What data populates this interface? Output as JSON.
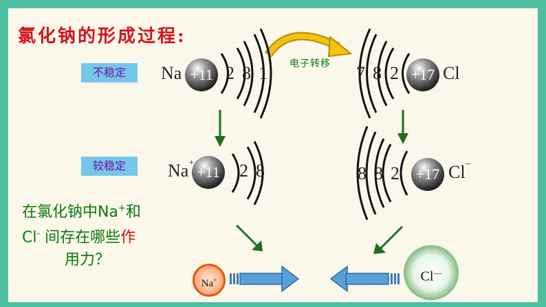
{
  "title": "氯化钠的形成过程:",
  "labels": {
    "unstable": "不稳定",
    "more_stable": "较稳定"
  },
  "electron_transfer": "电子转移",
  "na_atom": {
    "symbol": "Na",
    "nucleus": "+11",
    "shells": [
      "2",
      "8",
      "1"
    ]
  },
  "cl_atom": {
    "symbol": "Cl",
    "nucleus": "+17",
    "shells": [
      "7",
      "8",
      "2"
    ]
  },
  "na_ion": {
    "symbol": "Na",
    "charge": "+",
    "nucleus": "+11",
    "shells": [
      "2",
      "8"
    ]
  },
  "cl_ion": {
    "symbol": "Cl",
    "charge": "−",
    "nucleus": "+17",
    "shells": [
      "8",
      "8",
      "2"
    ]
  },
  "question": {
    "part1": "在氯化钠中Na",
    "sup1": "+",
    "part2": "和",
    "part3": "Cl",
    "sup2": "-",
    "part4": " 间存在哪些",
    "part5": "作",
    "part6": "用力？"
  },
  "final_ions": {
    "na": "Na",
    "na_charge": "+",
    "cl": "Cl",
    "cl_charge": "—"
  },
  "colors": {
    "border": "#4dbfa0",
    "title": "#d2141c",
    "label_box": "#74c7e8",
    "label_text": "#7a0bb0",
    "arrow_green": "#1f6e1f",
    "arrow_blue": "#5aa0d8"
  }
}
